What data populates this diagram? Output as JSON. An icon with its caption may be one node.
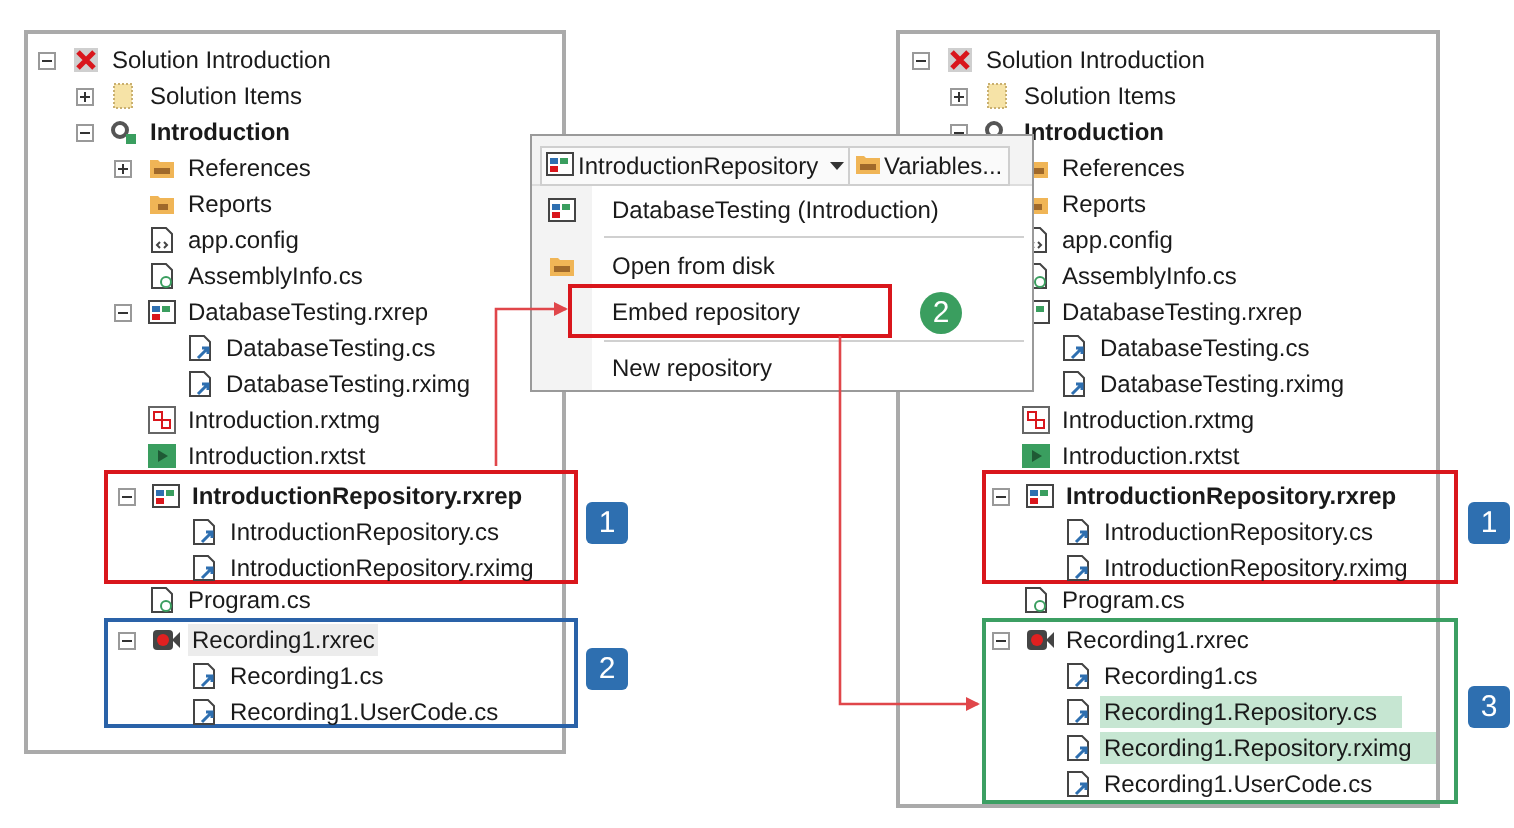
{
  "diagram": {
    "nodes": [
      {
        "text": [
          "Solution Introduction",
          "Solution Items",
          "Introduction",
          "References",
          "Reports",
          "app.config",
          "AssemblyInfo.cs",
          "DatabaseTesting.rxrep",
          "DatabaseTesting.cs",
          "DatabaseTesting.rximg",
          "Introduction.rxtmg",
          "Introduction.rxtst",
          "Program.cs"
        ]
      },
      {
        "text": [
          "IntroductionRepository.rxrep",
          "IntroductionRepository.cs",
          "IntroductionRepository.rximg"
        ],
        "in": 0,
        "beside": [
          "1"
        ]
      },
      {
        "text": [
          "Recording1.rxrec",
          "Recording1.cs",
          "Recording1.UserCode.cs"
        ],
        "in": 0,
        "beside": [
          "2"
        ]
      },
      {
        "text": [
          "IntroductionRepository",
          "Variables...",
          "DatabaseTesting (Introduction)",
          "Open from disk",
          "New repository"
        ]
      },
      {
        "text": [
          "Embed repository"
        ],
        "in": 3,
        "beside": [
          "2"
        ]
      },
      {
        "text": [
          "Solution Introduction",
          "Solution Items",
          "Introduction",
          "References",
          "Reports",
          "app.config",
          "AssemblyInfo.cs",
          "DatabaseTesting.rxrep",
          "DatabaseTesting.cs",
          "DatabaseTesting.rximg",
          "Introduction.rxtmg",
          "Introduction.rxtst",
          "Program.cs"
        ]
      },
      {
        "text": [
          "IntroductionRepository.rxrep",
          "IntroductionRepository.cs",
          "IntroductionRepository.rximg"
        ],
        "in": 5,
        "beside": [
          "1"
        ]
      },
      {
        "text": [
          "Recording1.rxrec",
          "Recording1.cs",
          "Recording1.Repository.cs",
          "Recording1.Repository.rximg",
          "Recording1.UserCode.cs"
        ],
        "in": 5,
        "beside": [
          "3"
        ]
      }
    ],
    "edges": [
      {
        "from": 1,
        "to": 4,
        "arrow": "to"
      },
      {
        "from": 4,
        "to": 7,
        "arrow": "to"
      }
    ]
  }
}
